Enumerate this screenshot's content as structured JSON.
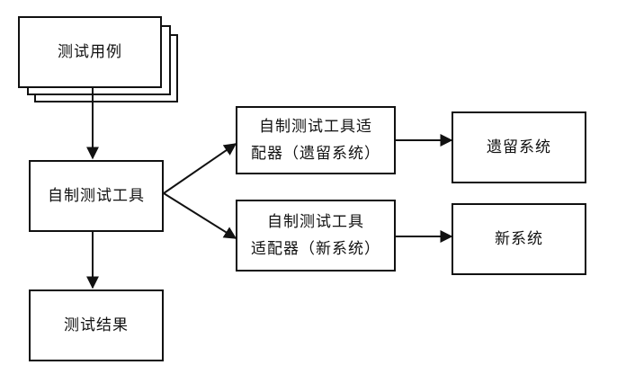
{
  "nodes": {
    "test_cases": "测试用例",
    "custom_tool": "自制测试工具",
    "test_results": "测试结果",
    "legacy_adapter": {
      "line1": "自制测试工具适",
      "line2": "配器（遗留系统）"
    },
    "new_adapter": {
      "line1": "自制测试工具",
      "line2": "适配器（新系统）"
    },
    "legacy_system": "遗留系统",
    "new_system": "新系统"
  },
  "colors": {
    "stroke": "#111111",
    "background": "#ffffff"
  }
}
